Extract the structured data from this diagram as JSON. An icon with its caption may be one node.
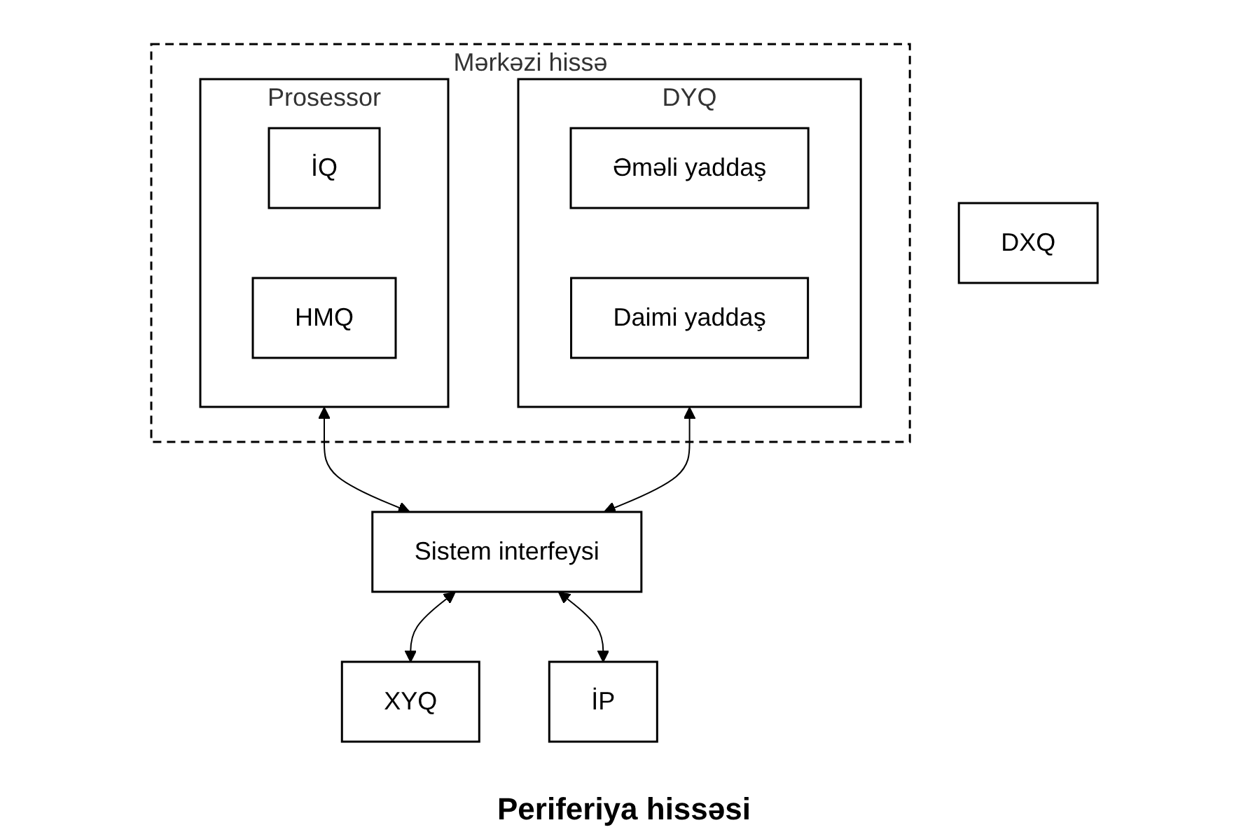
{
  "diagram": {
    "nodes": [
      {
        "text": [
          "Mərkəzi hissə"
        ]
      },
      {
        "text": [
          "Prosessor"
        ],
        "in": 0
      },
      {
        "text": [
          "İQ"
        ],
        "in": 1
      },
      {
        "text": [
          "HMQ"
        ],
        "in": 1
      },
      {
        "text": [
          "DYQ"
        ],
        "in": 0
      },
      {
        "text": [
          "Əməli yaddaş"
        ],
        "in": 4
      },
      {
        "text": [
          "Daimi yaddaş"
        ],
        "in": 4
      },
      {
        "text": [
          "Sistem interfeysi"
        ]
      },
      {
        "text": [
          "XYQ"
        ]
      },
      {
        "text": [
          "İP"
        ]
      },
      {
        "text": [
          "DXQ"
        ]
      }
    ],
    "edges": [
      {
        "from": 1,
        "to": 7,
        "arrow": "both"
      },
      {
        "from": 4,
        "to": 7,
        "arrow": "both"
      },
      {
        "from": 7,
        "to": 8,
        "arrow": "both"
      },
      {
        "from": 7,
        "to": 9,
        "arrow": "both"
      }
    ],
    "labels": [
      "Periferiya hissəsi"
    ]
  }
}
